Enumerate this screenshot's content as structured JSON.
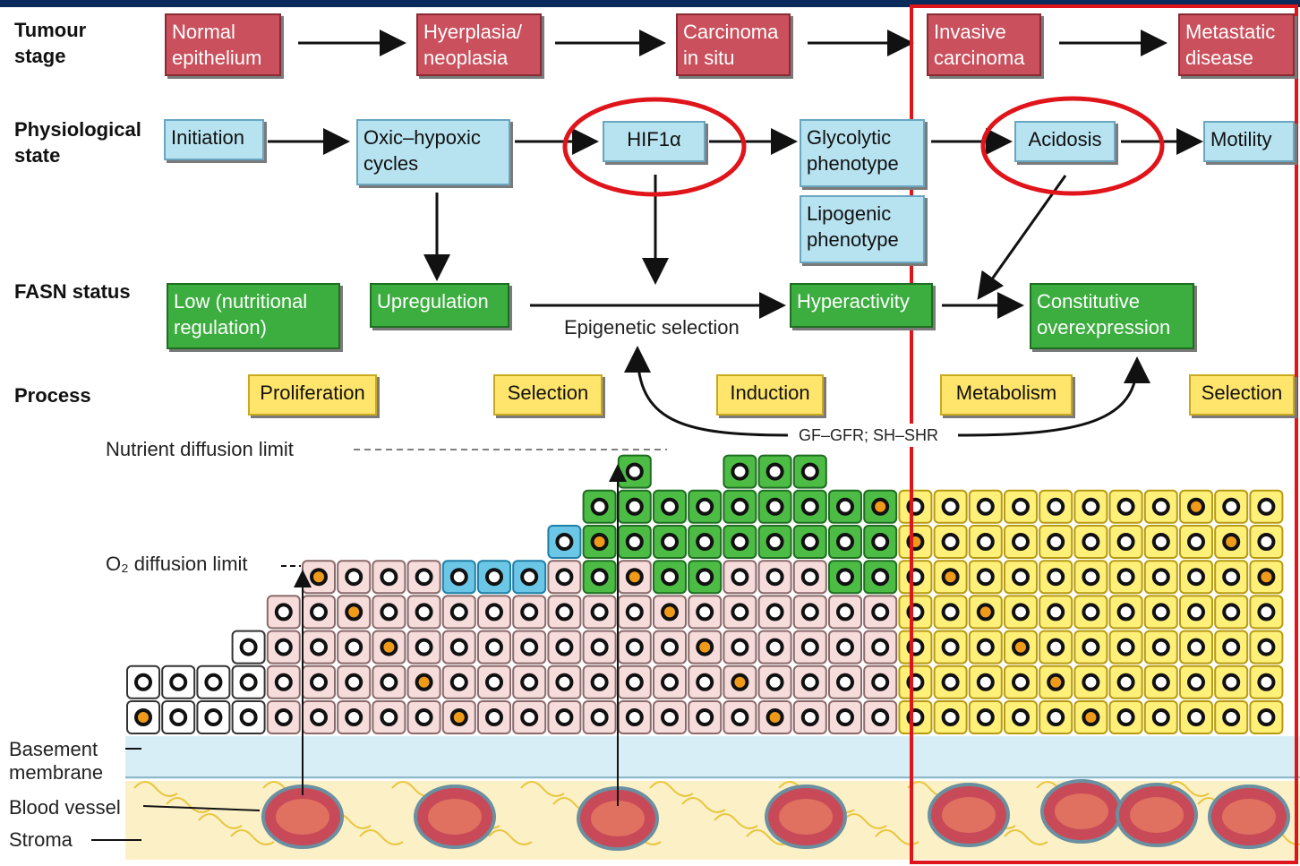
{
  "rows": {
    "tumour_stage": "Tumour\nstage",
    "physiological_state": "Physiological\nstate",
    "fasn_status": "FASN status",
    "process": "Process"
  },
  "tumour_stages": [
    "Normal\nepithelium",
    "Hyerplasia/\nneoplasia",
    "Carcinoma\nin situ",
    "Invasive\ncarcinoma",
    "Metastatic\ndisease"
  ],
  "physiological": {
    "initiation": "Initiation",
    "oxic_hypoxic": "Oxic–hypoxic\ncycles",
    "hif": "HIF1α",
    "glycolytic": "Glycolytic\nphenotype",
    "lipogenic": "Lipogenic\nphenotype",
    "acidosis": "Acidosis",
    "motility": "Motility"
  },
  "fasn": {
    "low": "Low (nutritional\nregulation)",
    "upregulation": "Upregulation",
    "epigenetic": "Epigenetic selection",
    "hyperactivity": "Hyperactivity",
    "constitutive": "Constitutive\noverexpression"
  },
  "process": [
    "Proliferation",
    "Selection",
    "Induction",
    "Metabolism",
    "Selection"
  ],
  "annotations": {
    "gf": "GF–GFR; SH–SHR",
    "nutrient_limit": "Nutrient diffusion limit",
    "o2_limit": "O₂ diffusion limit",
    "basement": "Basement\nmembrane",
    "blood_vessel": "Blood vessel",
    "stroma": "Stroma"
  },
  "colors": {
    "stage_red": "#c9505c",
    "state_blue": "#b7e3f0",
    "fasn_green": "#3cad3f",
    "process_yellow": "#ffe56b",
    "highlight_red": "#e0141b"
  }
}
